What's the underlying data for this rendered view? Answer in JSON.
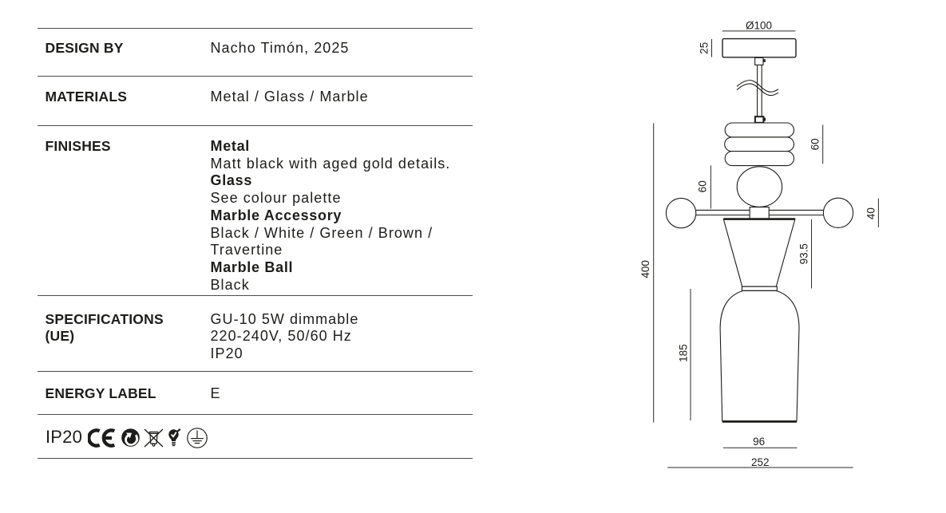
{
  "document": {
    "type": "product specification sheet",
    "background_color": "#ffffff",
    "text_color": "#1d1d1b",
    "rule_color": "#4d4d4d"
  },
  "table": {
    "rows": [
      {
        "label_lines": [
          "DESIGN BY"
        ],
        "value_lines": [
          {
            "text": "Nacho Timón, 2025",
            "bold": false
          }
        ]
      },
      {
        "label_lines": [
          "MATERIALS"
        ],
        "value_lines": [
          {
            "text": "Metal / Glass / Marble",
            "bold": false
          }
        ]
      },
      {
        "label_lines": [
          "FINISHES"
        ],
        "value_lines": [
          {
            "text": "Metal",
            "bold": true
          },
          {
            "text": "Matt black with aged gold details.",
            "bold": false
          },
          {
            "text": "Glass",
            "bold": true
          },
          {
            "text": "See colour palette",
            "bold": false
          },
          {
            "text": "Marble Accessory",
            "bold": true
          },
          {
            "text": "Black / White / Green / Brown /",
            "bold": false
          },
          {
            "text": "Travertine",
            "bold": false
          },
          {
            "text": "Marble Ball",
            "bold": true
          },
          {
            "text": "Black",
            "bold": false
          }
        ]
      },
      {
        "label_lines": [
          "SPECIFICATIONS",
          "(UE)"
        ],
        "value_lines": [
          {
            "text": "GU-10 5W dimmable",
            "bold": false
          },
          {
            "text": "220-240V, 50/60 Hz",
            "bold": false
          },
          {
            "text": "IP20",
            "bold": false
          }
        ]
      },
      {
        "label_lines": [
          "ENERGY LABEL"
        ],
        "value_lines": [
          {
            "text": "E",
            "bold": false
          }
        ]
      }
    ]
  },
  "certifications": {
    "ip_rating": "IP20",
    "icons": [
      "ce-mark",
      "green-dot",
      "weee-bin",
      "bulb-check",
      "earth-ground"
    ]
  },
  "drawing": {
    "dims": {
      "canopy_diameter": "Ø100",
      "canopy_height": "25",
      "rings_height": "60",
      "ball_height": "60",
      "arm_ball_diameter": "40",
      "cone_height": "93.5",
      "total_height": "400",
      "shade_height": "185",
      "shade_width": "96",
      "total_width": "252"
    }
  }
}
